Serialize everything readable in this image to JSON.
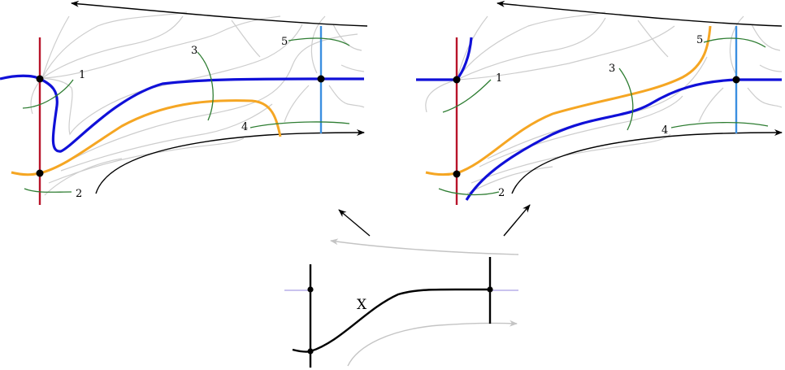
{
  "labels": {
    "panel_left": [
      "1",
      "2",
      "3",
      "4",
      "5"
    ],
    "panel_right": [
      "1",
      "2",
      "3",
      "4",
      "5"
    ],
    "bottom": "X"
  },
  "colors": {
    "flow_grey": "#c8c8c8",
    "flow_grey_light": "#bdbdbd",
    "separatrix_blue": "#1010d8",
    "orbit_orange": "#f5a623",
    "section_red": "#b8142a",
    "section_lightblue": "#3b8fe0",
    "transversal_green": "#2e7d32",
    "lilac": "#c9c3ee",
    "black": "#000000"
  }
}
